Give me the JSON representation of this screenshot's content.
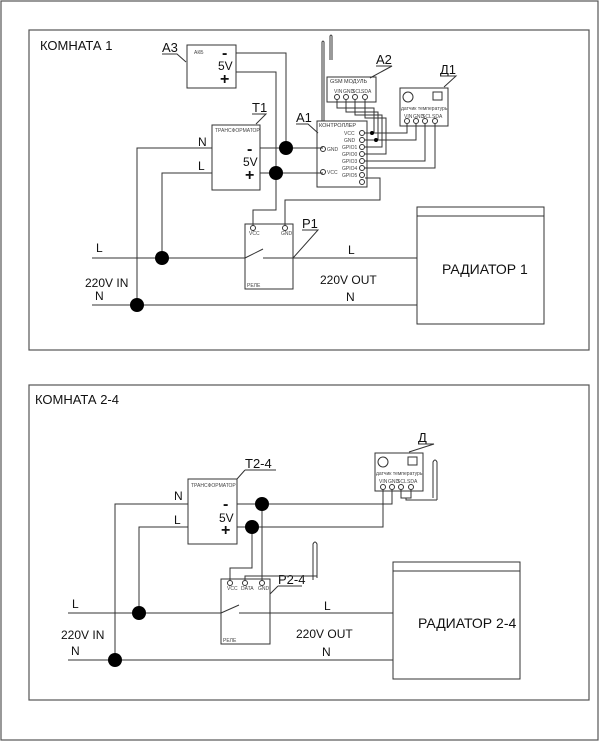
{
  "room1": {
    "title": "КОМНАТА 1",
    "a3": {
      "ref": "A3",
      "name": "АКБ",
      "minus": "-",
      "voltage": "5V",
      "plus": "+"
    },
    "t1": {
      "ref": "T1",
      "name": "ТРАНСФОРМАТОР",
      "n": "N",
      "l": "L",
      "minus": "-",
      "voltage": "5V",
      "plus": "+"
    },
    "a2": {
      "ref": "A2",
      "name": "GSM МОДУЛЬ",
      "pins": [
        "VIN",
        "GND",
        "SCL",
        "SDA"
      ]
    },
    "d1": {
      "ref": "Д1",
      "name": "датчик температуры",
      "pins": [
        "VIN",
        "GND",
        "SCL",
        "SDA"
      ]
    },
    "a1": {
      "ref": "A1",
      "name": "КОНТРОЛЛЕР",
      "left_pins": [
        "GND",
        "VCC"
      ],
      "right_pins": [
        "VCC",
        "GND",
        "GPIO1",
        "GPIO0",
        "GPIO3",
        "GPIO4",
        "GPIO5",
        ""
      ]
    },
    "p1": {
      "ref": "P1",
      "name": "РЕЛЕ",
      "pins": [
        "VCC",
        "GND"
      ]
    },
    "mains": {
      "l_in": "L",
      "n_in": "N",
      "in_label": "220V IN",
      "l_out": "L",
      "n_out": "N",
      "out_label": "220V OUT"
    },
    "radiator": {
      "label": "РАДИАТОР 1"
    }
  },
  "room2": {
    "title": "КОМНАТА 2-4",
    "t": {
      "ref": "T2-4",
      "name": "ТРАНСФОРМАТОР",
      "n": "N",
      "l": "L",
      "minus": "-",
      "voltage": "5V",
      "plus": "+"
    },
    "d": {
      "ref": "Д",
      "name": "датчик температуры",
      "pins": [
        "VIN",
        "GND",
        "SCL",
        "SDA"
      ]
    },
    "p": {
      "ref": "P2-4",
      "name": "РЕЛЕ",
      "pins": [
        "VCC",
        "DATA",
        "GND"
      ]
    },
    "mains": {
      "l_in": "L",
      "n_in": "N",
      "in_label": "220V IN",
      "l_out": "L",
      "n_out": "N",
      "out_label": "220V OUT"
    },
    "radiator": {
      "label": "РАДИАТОР 2-4"
    }
  }
}
